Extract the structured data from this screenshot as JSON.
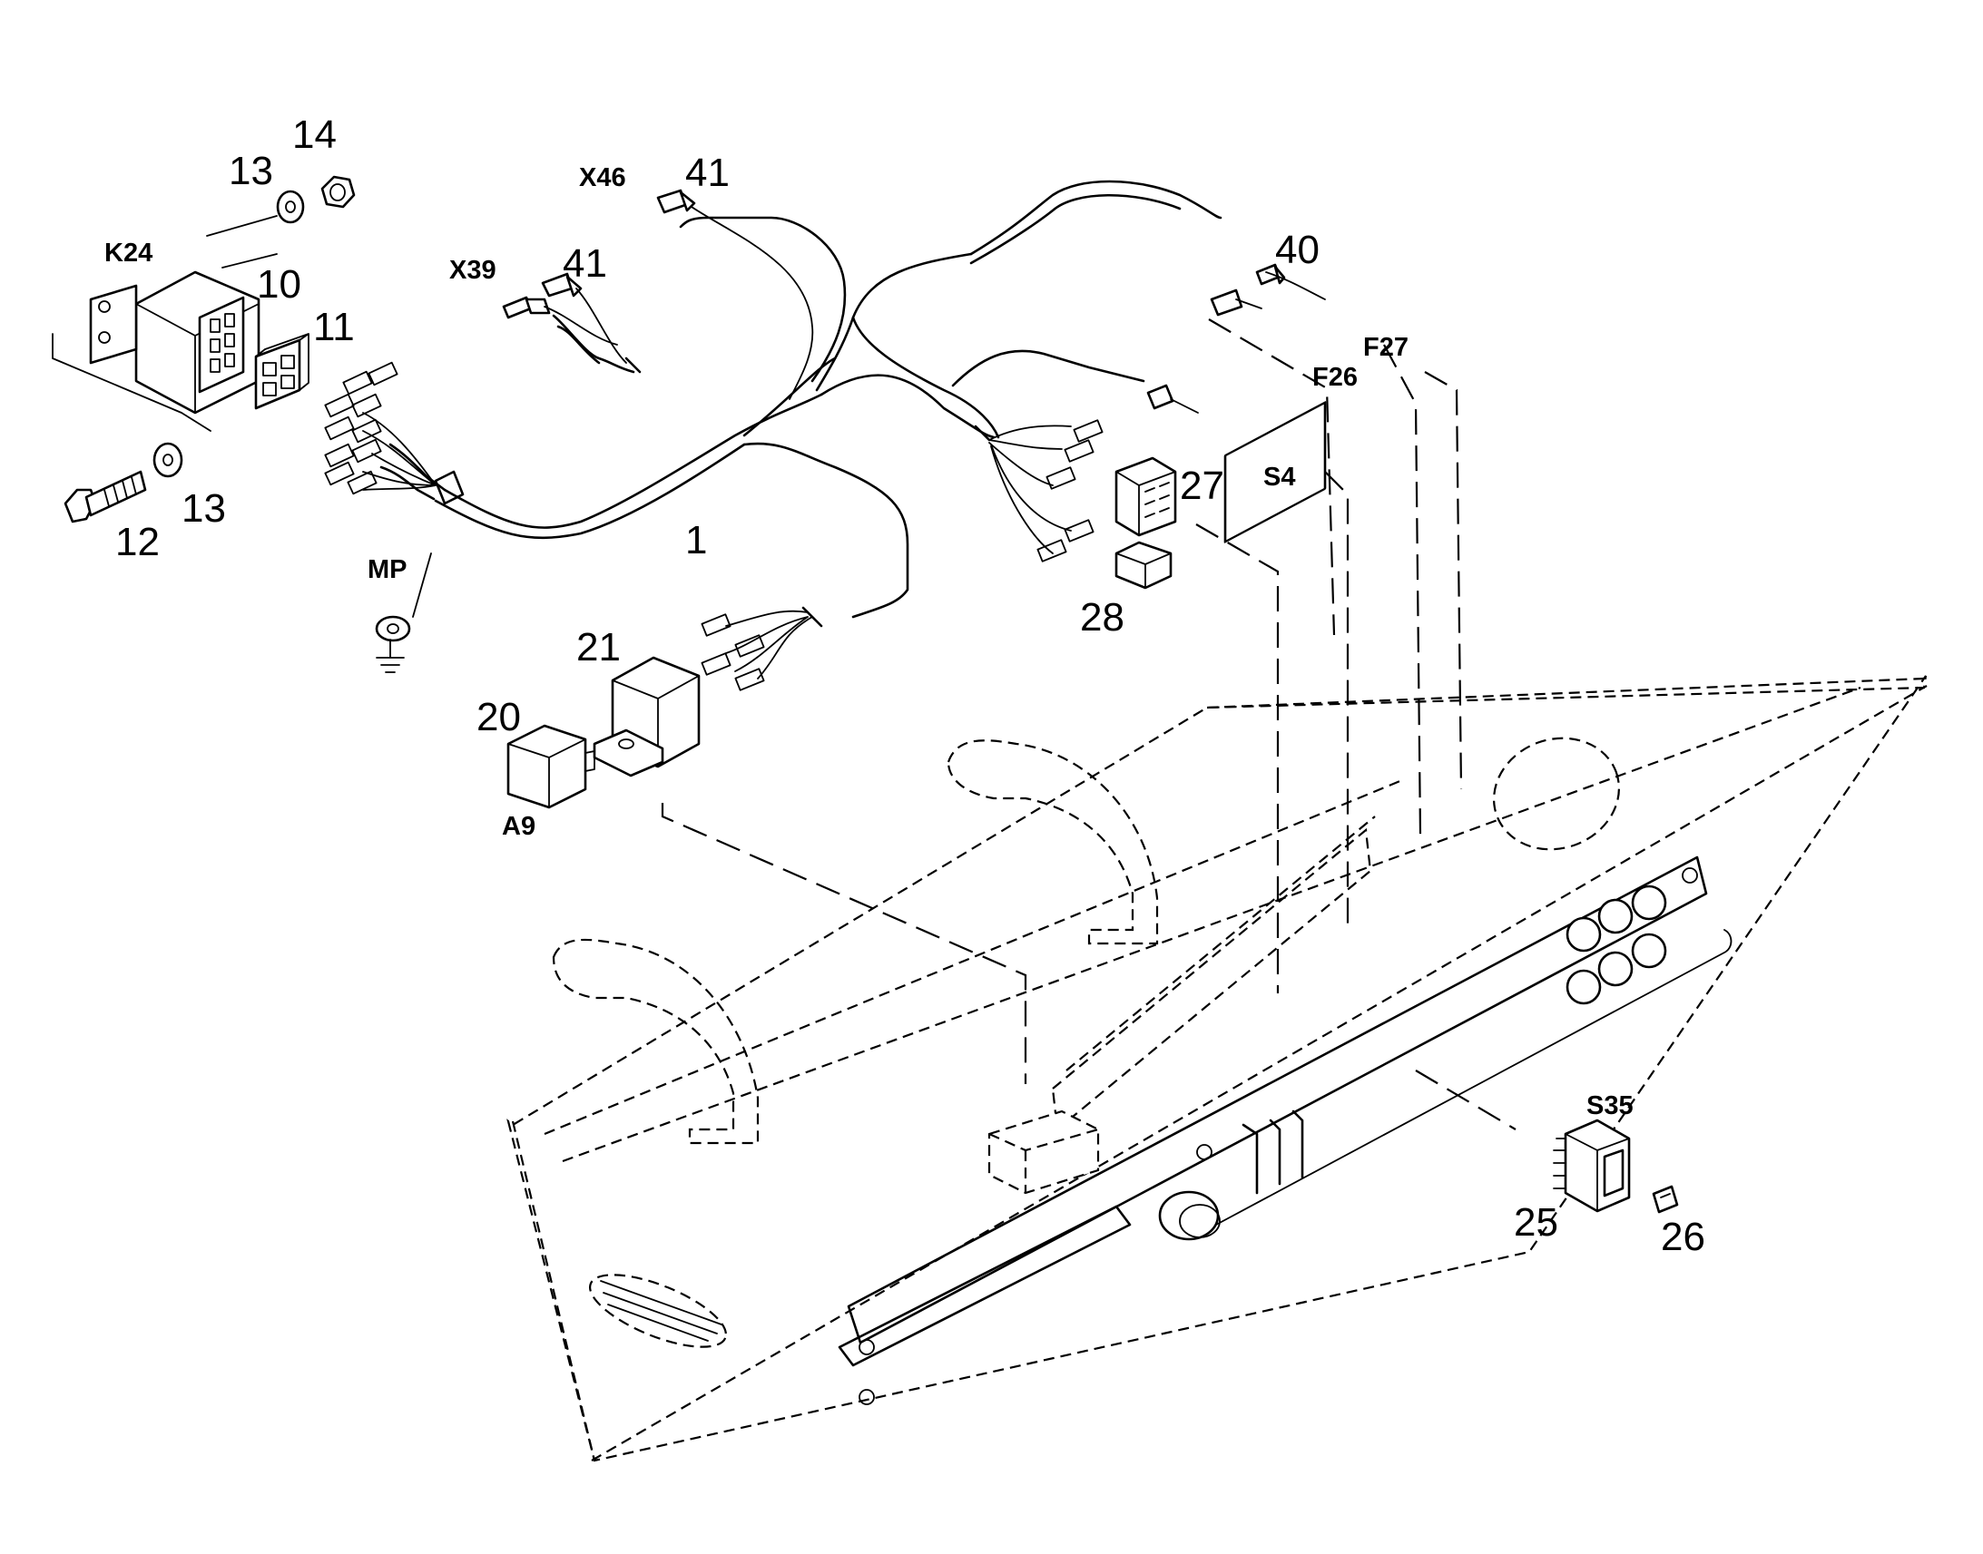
{
  "callouts": {
    "harness": "1",
    "relay_base": "10",
    "connector_11": "11",
    "bolt": "12",
    "washer_upper": "13",
    "washer_lower": "13",
    "nut": "14",
    "relay_20": "20",
    "relay_socket": "21",
    "switch": "25",
    "switch_cap": "26",
    "connector_27": "27",
    "connector_28": "28",
    "plug_40": "40",
    "plug_41_left": "41",
    "plug_41_top": "41"
  },
  "refs": {
    "k24": "K24",
    "x39": "X39",
    "x46": "X46",
    "mp": "MP",
    "a9": "A9",
    "s4": "S4",
    "s35": "S35",
    "f26": "F26",
    "f27": "F27"
  }
}
